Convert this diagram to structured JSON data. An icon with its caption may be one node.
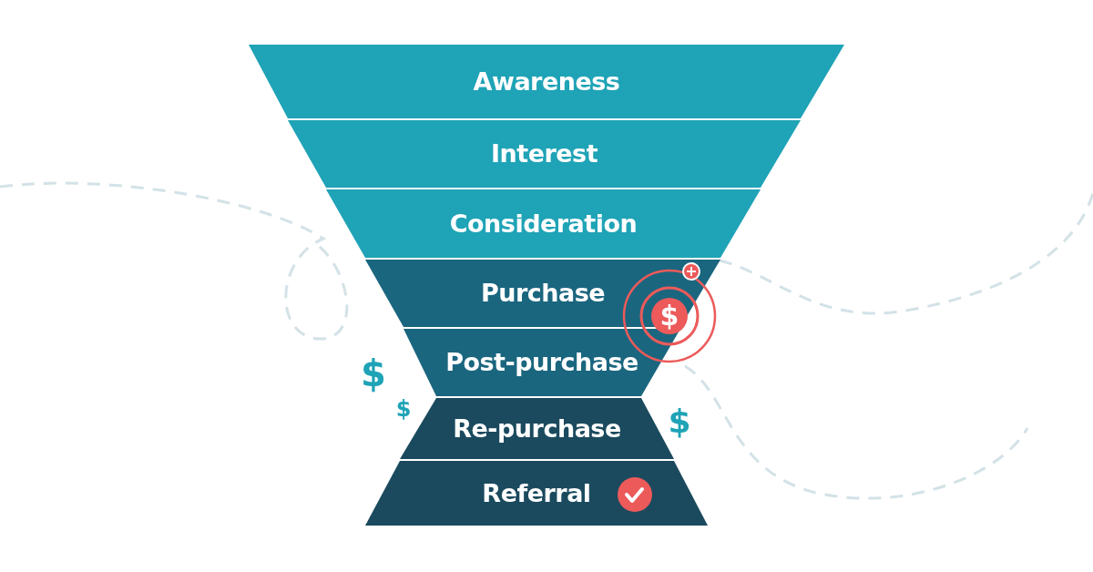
{
  "diagram": {
    "nodes": [
      {
        "text": [
          "Awareness"
        ]
      },
      {
        "text": [
          "Interest"
        ]
      },
      {
        "text": [
          "Consideration"
        ]
      },
      {
        "text": [
          "Purchase"
        ]
      },
      {
        "text": [
          "Post-purchase"
        ]
      },
      {
        "text": [
          "Re-purchase"
        ]
      },
      {
        "text": [
          "Referral"
        ]
      }
    ],
    "labels": [
      "$",
      "$",
      "$",
      "$"
    ]
  }
}
